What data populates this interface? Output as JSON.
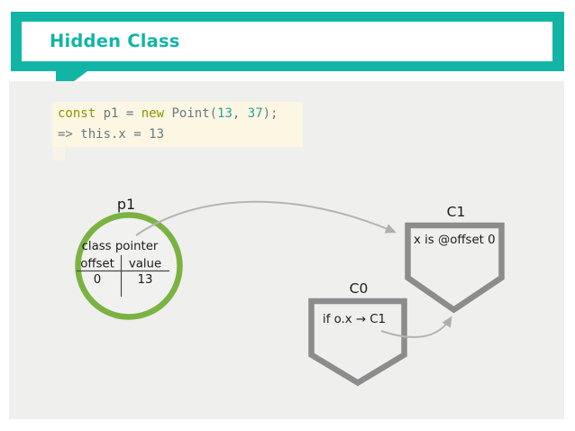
{
  "colors": {
    "teal": "#12b5a5",
    "panel-gray": "#efefee",
    "code-bg": "#fdf6e3",
    "code-base": "#657b83",
    "code-keyword": "#859900",
    "code-number": "#2aa198",
    "object-green": "#7bb342",
    "class-gray": "#8c8c8c",
    "arrow-gray": "#b4b4b4",
    "text-dark": "#1c1c1c"
  },
  "header": {
    "title": "Hidden Class"
  },
  "code": {
    "line1": {
      "kw_const": "const",
      "var_assign": " p1 = ",
      "kw_new": "new",
      "call_open": " Point(",
      "arg1": "13",
      "separator": ", ",
      "arg2": "37",
      "call_close": ");"
    },
    "line2": "=> this.x = 13"
  },
  "diagram": {
    "object_p1": {
      "label": "p1",
      "field": "class pointer",
      "table": {
        "headers": [
          "offset",
          "value"
        ],
        "row": [
          "0",
          "13"
        ]
      }
    },
    "class_c1": {
      "label": "C1",
      "body": "x is @offset 0"
    },
    "class_c0": {
      "label": "C0",
      "body": "if o.x → C1"
    }
  }
}
